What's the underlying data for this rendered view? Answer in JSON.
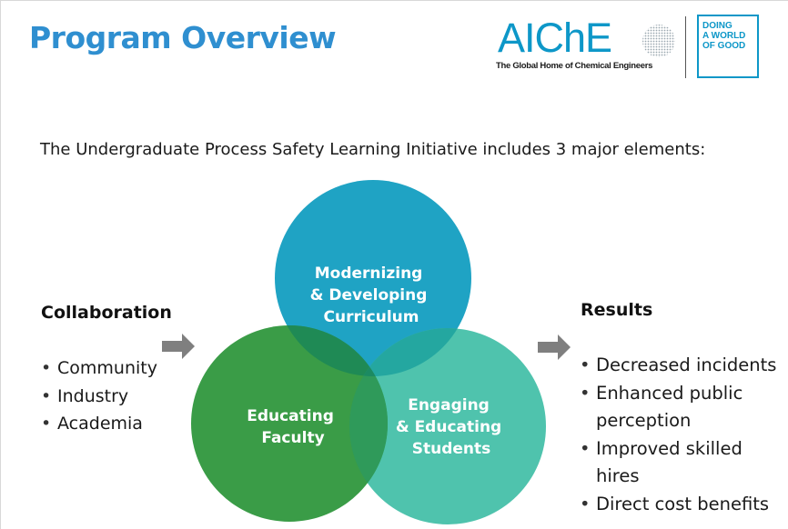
{
  "title": "Program Overview",
  "logo": {
    "wordmark": "AIChE",
    "tagline": "The Global Home of Chemical Engineers",
    "badge_lines": [
      "DOING",
      "A WORLD",
      "OF GOOD"
    ],
    "brand_color": "#0d97c8"
  },
  "intro": "The Undergraduate Process Safety Learning Initiative includes 3 major elements:",
  "collaboration": {
    "heading": "Collaboration",
    "items": [
      "Community",
      "Industry",
      "Academia"
    ]
  },
  "results": {
    "heading": "Results",
    "items": [
      [
        "Decreased incidents"
      ],
      [
        "Enhanced public",
        "perception"
      ],
      [
        "Improved skilled",
        "hires"
      ],
      [
        "Direct cost benefits"
      ]
    ]
  },
  "circles": [
    {
      "key": "curriculum",
      "lines": [
        "Modernizing",
        "& Developing",
        "Curriculum"
      ],
      "color": "#1fa3c4"
    },
    {
      "key": "faculty",
      "lines": [
        "Educating",
        "Faculty"
      ],
      "color": "#3a9c47"
    },
    {
      "key": "students",
      "lines": [
        "Engaging",
        "& Educating",
        "Students"
      ],
      "color": "#4fc3ad"
    }
  ],
  "arrow_icon": "right-arrow-icon",
  "arrow_color": "#7f7f7f"
}
